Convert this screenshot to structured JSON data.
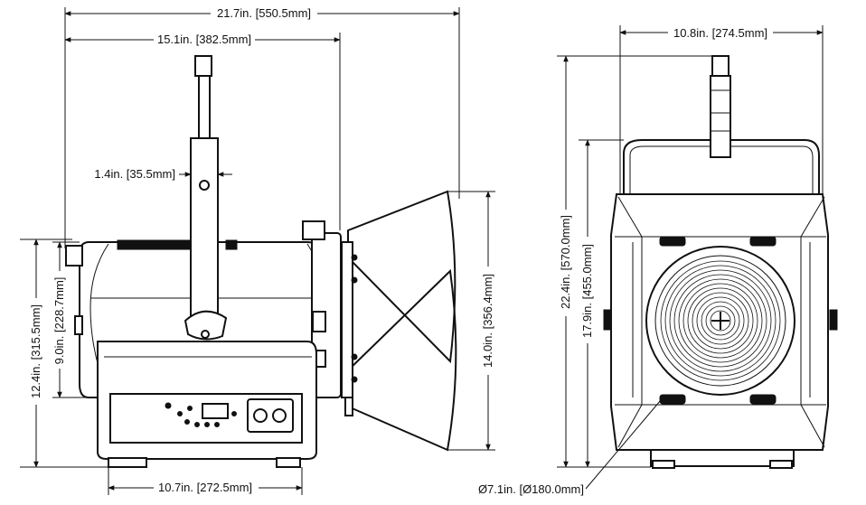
{
  "dimensions": {
    "overall_width": "21.7in. [550.5mm]",
    "width_to_barndoor": "15.1in. [382.5mm]",
    "yoke_offset": "1.4in. [35.5mm]",
    "overall_height_side": "12.4in. [315.5mm]",
    "body_height": "9.0in. [228.7mm]",
    "barndoor_height": "14.0in. [356.4mm]",
    "base_width": "10.7in. [272.5mm]",
    "front_width": "10.8in. [274.5mm]",
    "total_height_front": "22.4in. [570.0mm]",
    "front_body_height": "17.9in. [455.0mm]",
    "lens_diameter": "Ø7.1in. [Ø180.0mm]"
  }
}
